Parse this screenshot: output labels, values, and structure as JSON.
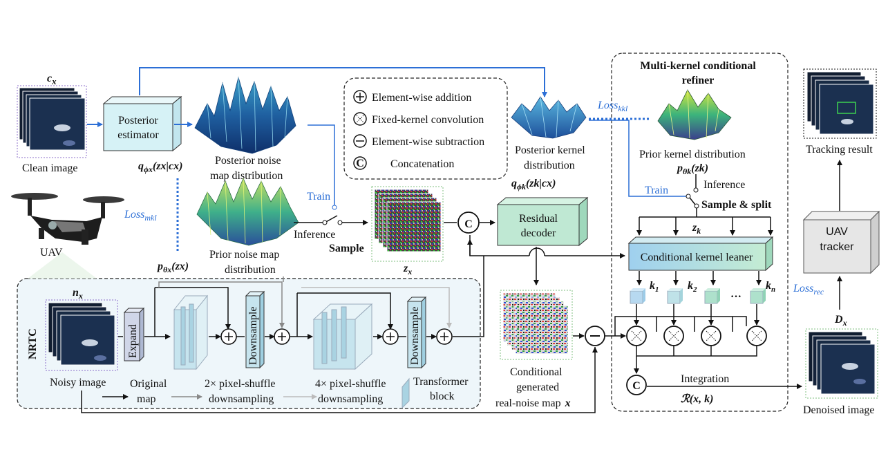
{
  "texts": {
    "cx": "c",
    "cx_sub": "x",
    "clean_image": "Clean image",
    "posterior_estimator_1": "Posterior",
    "posterior_estimator_2": "estimator",
    "q_phi_x": "q",
    "q_phi_x_sub": "ϕx",
    "q_phi_x_arg": "(zx|cx)",
    "posterior_noise_1": "Posterior noise",
    "posterior_noise_2": "map distribution",
    "legend_add": "Element-wise  addition",
    "legend_conv": "Fixed-kernel  convolution",
    "legend_sub": "Element-wise  subtraction",
    "legend_concat": "Concatenation",
    "loss_mkl": "Loss",
    "loss_mkl_sub": "mkl",
    "uav": "UAV",
    "prior_noise_1": "Prior noise map",
    "prior_noise_2": "distribution",
    "p_theta_x": "p",
    "p_theta_x_sub": "θx",
    "p_theta_x_arg": "(zx)",
    "train_left": "Train",
    "inference_left": "Inference",
    "sample_left": "Sample",
    "zx": "z",
    "zx_sub": "x",
    "residual_decoder_1": "Residual",
    "residual_decoder_2": "decoder",
    "posterior_kernel_1": "Posterior kernel",
    "posterior_kernel_2": "distribution",
    "q_phi_k": "q",
    "q_phi_k_sub": "ϕk",
    "q_phi_k_arg": "(zk|cx)",
    "loss_kkl": "Loss",
    "loss_kkl_sub": "kkl",
    "mkcr_title_1": "Multi-kernel conditional",
    "mkcr_title_2": "refiner",
    "prior_kernel": "Prior kernel distribution",
    "p_theta_k": "p",
    "p_theta_k_sub": "θk",
    "p_theta_k_arg": "(zk)",
    "train_right": "Train",
    "inference_right": "Inference",
    "sample_split": "Sample & split",
    "zk": "z",
    "zk_sub": "k",
    "ckl": "Conditional  kernel leaner",
    "k1": "k",
    "k1_sub": "1",
    "k2": "k",
    "k2_sub": "2",
    "kn": "k",
    "kn_sub": "n",
    "dots": "···",
    "integration": "Integration",
    "r_xk": "ℛ(x, k)",
    "tracking_result": "Tracking result",
    "uav_tracker_1": "UAV",
    "uav_tracker_2": "tracker",
    "loss_rec": "Loss",
    "loss_rec_sub": "rec",
    "dx": "D",
    "dx_sub": "x",
    "denoised_image": "Denoised image",
    "nrtc": "NRTC",
    "nx": "n",
    "nx_sub": "x",
    "noisy_image": "Noisy image",
    "expand": "Expand",
    "original_1": "Original",
    "original_2": "map",
    "downsample": "Downsample",
    "ps2_1": "2× pixel-shuffle",
    "ps2_2": "downsampling",
    "ps4_1": "4× pixel-shuffle",
    "ps4_2": "downsampling",
    "transformer_1": "Transformer",
    "transformer_2": "block",
    "cond_1": "Conditional",
    "cond_2": "generated",
    "cond_3": "real-noise map",
    "cond_x": "x",
    "c_symbol": "C"
  },
  "colors": {
    "blue_line": "#2c6fd6",
    "posterior_box": "#d6f2f6",
    "residual_box": "#bfe8d3",
    "ckl_left": "#9fd0ef",
    "ckl_right": "#bfe8d3",
    "nrtc_bg": "#eef6fa",
    "tracker_box": "#e6e6e6"
  }
}
